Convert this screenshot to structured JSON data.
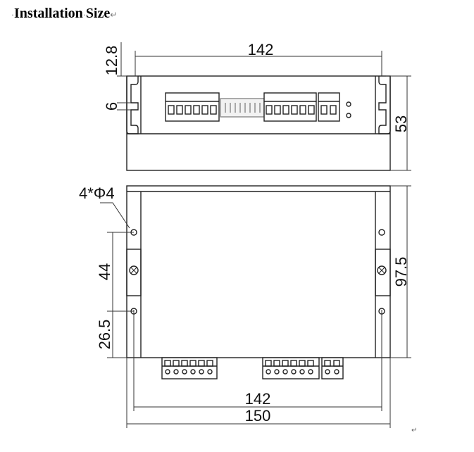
{
  "title": "Installation Size",
  "title_bullet": "·",
  "title_middot": "·",
  "return_mark": "↵",
  "dimensions": {
    "top_width": "142",
    "top_height": "12.8",
    "slot_height": "6",
    "side_height": "53",
    "hole_label": "4*Φ4",
    "front_height": "97.5",
    "hole_spacing_vertical": "44",
    "hole_bottom_offset": "26.5",
    "bottom_width_inner": "142",
    "bottom_width_outer": "150"
  },
  "colors": {
    "line": "#222222",
    "dim": "#333333",
    "fill": "#ffffff",
    "terminal": "#e6e6e6"
  }
}
